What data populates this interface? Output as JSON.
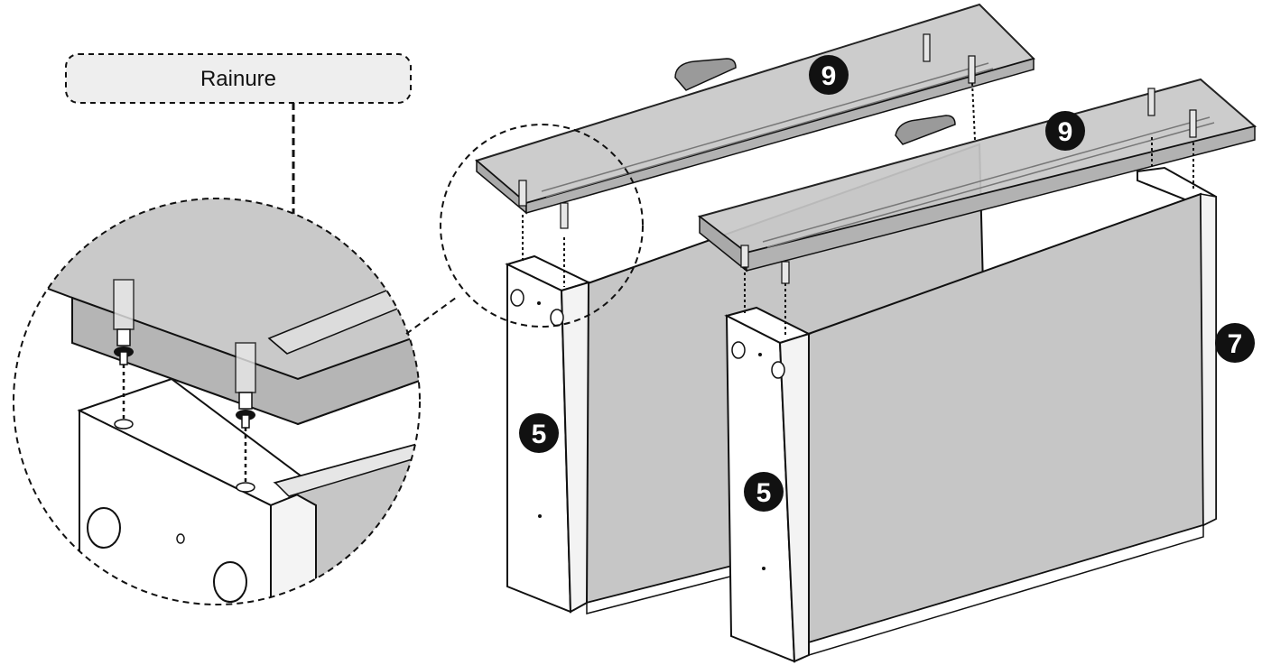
{
  "callout": {
    "label": "Rainure"
  },
  "parts": {
    "top_panel_rear": "9",
    "top_panel_front": "9",
    "side_panel_rear": "5",
    "side_panel_front": "5",
    "back_panel": "7"
  },
  "colors": {
    "line": "#111111",
    "panel_gray": "#c6c6c6",
    "panel_light": "#d9d9d9",
    "callout_fill": "#eeeeee",
    "white": "#ffffff"
  }
}
